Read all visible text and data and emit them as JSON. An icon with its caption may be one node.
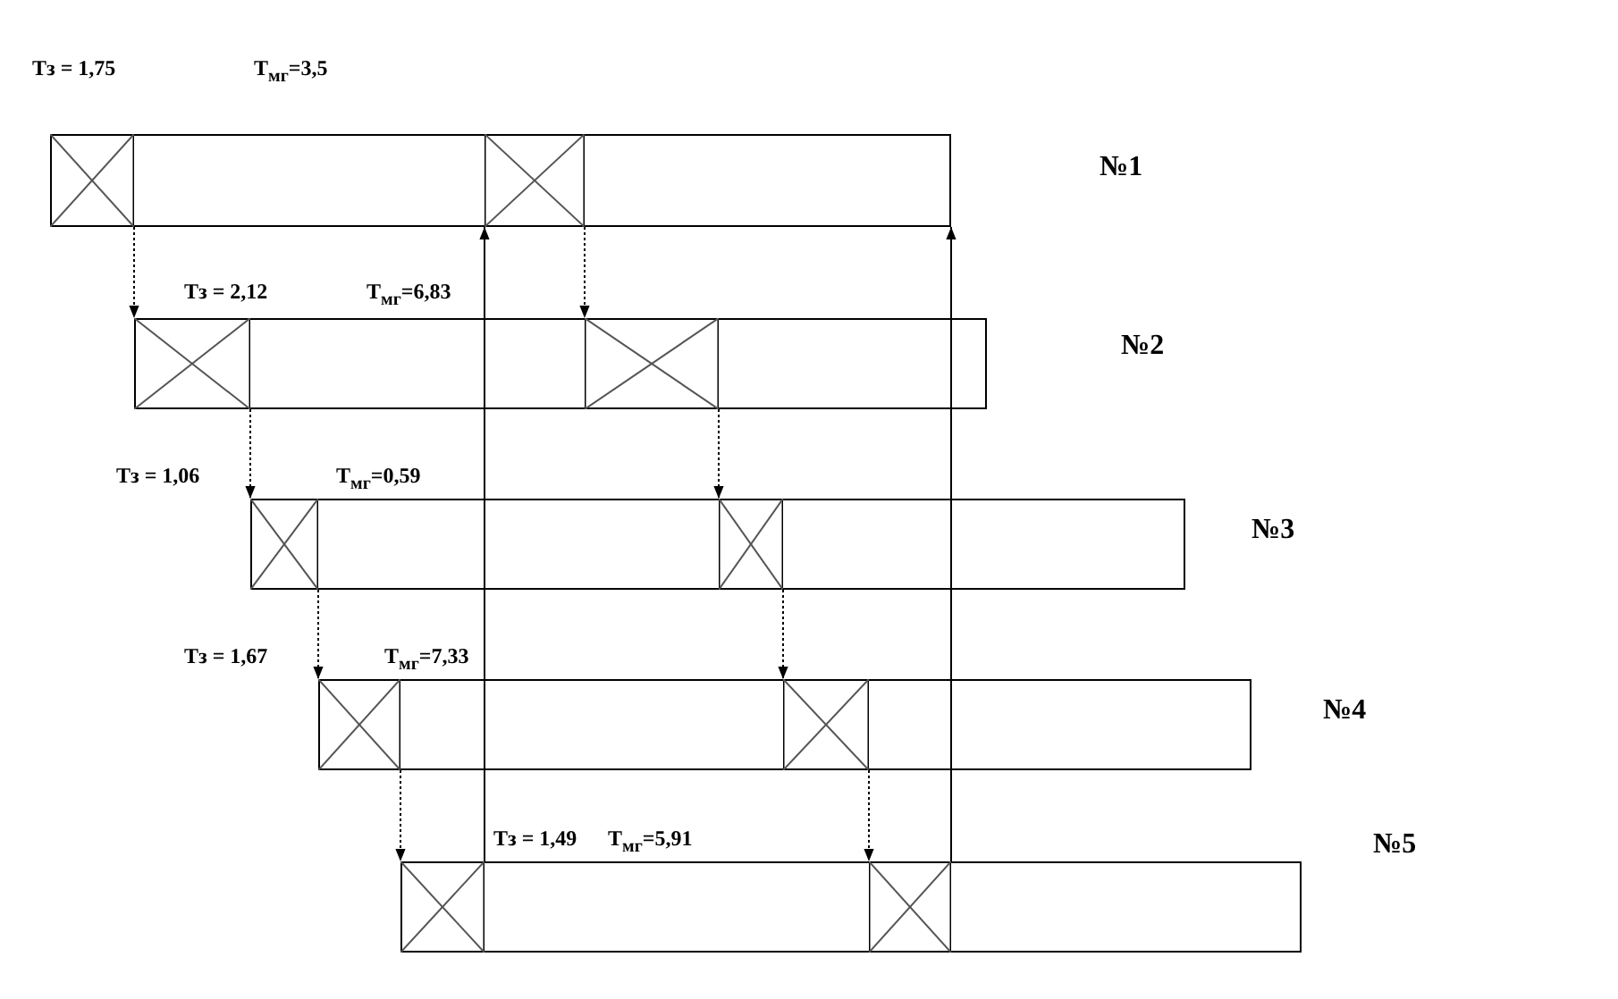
{
  "diagram": {
    "nodes": [
      {
        "text": [],
        "shape": "bar"
      },
      {
        "text": [],
        "shape": "box",
        "in": 0
      },
      {
        "text": [],
        "shape": "box",
        "in": 0
      },
      {
        "text": [],
        "shape": "bar"
      },
      {
        "text": [],
        "shape": "box",
        "in": 3
      },
      {
        "text": [],
        "shape": "box",
        "in": 3
      },
      {
        "text": [],
        "shape": "bar"
      },
      {
        "text": [],
        "shape": "box",
        "in": 6
      },
      {
        "text": [],
        "shape": "box",
        "in": 6
      },
      {
        "text": [],
        "shape": "bar"
      },
      {
        "text": [],
        "shape": "box",
        "in": 9
      },
      {
        "text": [],
        "shape": "box",
        "in": 9
      },
      {
        "text": [],
        "shape": "bar"
      },
      {
        "text": [],
        "shape": "box",
        "in": 12
      },
      {
        "text": [],
        "shape": "box",
        "in": 12
      }
    ],
    "edges": [
      {
        "from": 1,
        "to": 4,
        "arrow": "to",
        "style": "dashed"
      },
      {
        "from": 4,
        "to": 7,
        "arrow": "to",
        "style": "dashed"
      },
      {
        "from": 7,
        "to": 10,
        "arrow": "to",
        "style": "dashed"
      },
      {
        "from": 10,
        "to": 13,
        "arrow": "to",
        "style": "dashed"
      },
      {
        "from": 13,
        "to": 2,
        "arrow": "to"
      },
      {
        "from": 2,
        "to": 5,
        "arrow": "to",
        "style": "dashed"
      },
      {
        "from": 5,
        "to": 8,
        "arrow": "to",
        "style": "dashed"
      },
      {
        "from": 8,
        "to": 11,
        "arrow": "to",
        "style": "dashed"
      },
      {
        "from": 11,
        "to": 14,
        "arrow": "to",
        "style": "dashed"
      },
      {
        "from": 14,
        "to": 0,
        "arrow": "to"
      }
    ],
    "labels": [
      "Тз = 1,75",
      "Т$_{мг}$=3,5",
      "№1",
      "Тз = 2,12",
      "Т$_{мг}$=6,83",
      "№2",
      "Тз = 1,06",
      "Т$_{мг}$=0,59",
      "№3",
      "Тз = 1,67",
      "Т$_{мг}$=7,33",
      "№4",
      "Тз = 1,49",
      "Т$_{мг}$=5,91",
      "№5"
    ]
  }
}
